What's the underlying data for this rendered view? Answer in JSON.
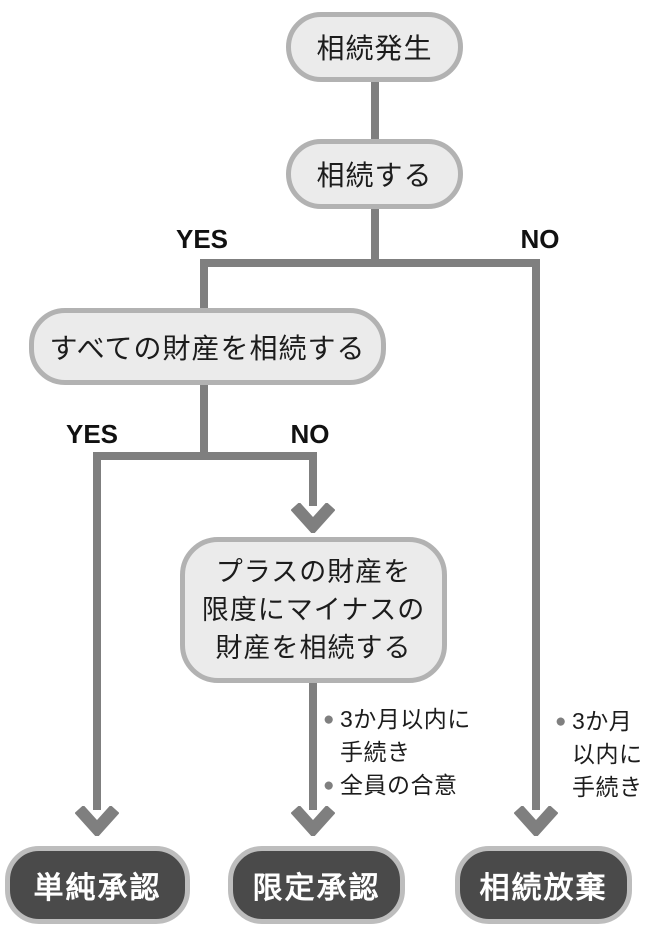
{
  "palette": {
    "node_fill": "#ebebeb",
    "node_border": "#b2b2b2",
    "dark_node_fill": "#4a4a4a",
    "dark_node_border": "#bdbdbd",
    "connector": "#7f7f7f",
    "text": "#1c1c1c",
    "dark_node_text": "#ffffff"
  },
  "flowchart": {
    "nodes": {
      "start": {
        "label": "相続発生"
      },
      "inherit_question": {
        "label": "相続する"
      },
      "all_assets_question": {
        "label": "すべての財産を相続する"
      },
      "limited_condition": {
        "line1": "プラスの財産を",
        "line2": "限度にマイナスの",
        "line3": "財産を相続する"
      },
      "result_simple": {
        "label": "単純承認"
      },
      "result_limited": {
        "label": "限定承認"
      },
      "result_renounce": {
        "label": "相続放棄"
      }
    },
    "branch_labels": {
      "yes1": "YES",
      "no1": "NO",
      "yes2": "YES",
      "no2": "NO"
    },
    "notes": {
      "bullet_glyph": "●",
      "limited": {
        "item1_line1": "3か月以内に",
        "item1_line2": "手続き",
        "item2_line1": "全員の合意"
      },
      "renounce": {
        "line1": "3か月",
        "line2": "以内に",
        "line3": "手続き"
      }
    }
  }
}
